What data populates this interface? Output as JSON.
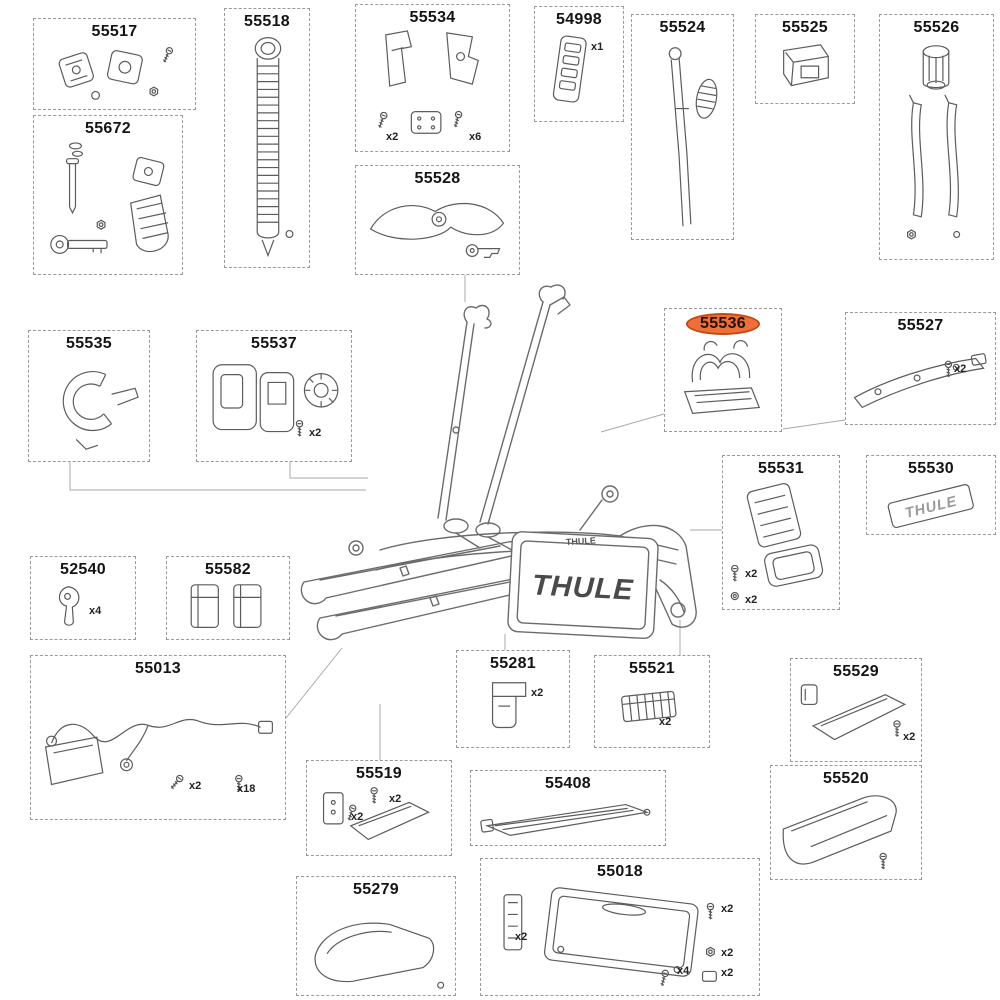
{
  "brand": "THULE",
  "highlight_color": "#ee6f3a",
  "assembly": {
    "brand_plate": "THULE",
    "brand_frame": "THULE"
  },
  "parts": {
    "p55517": {
      "number": "55517"
    },
    "p55672": {
      "number": "55672"
    },
    "p55518": {
      "number": "55518"
    },
    "p55534": {
      "number": "55534",
      "qty": [
        "x2",
        "x6"
      ]
    },
    "p54998": {
      "number": "54998",
      "qty": [
        "x1"
      ]
    },
    "p55524": {
      "number": "55524"
    },
    "p55525": {
      "number": "55525"
    },
    "p55526": {
      "number": "55526"
    },
    "p55528": {
      "number": "55528"
    },
    "p55535": {
      "number": "55535"
    },
    "p55537": {
      "number": "55537",
      "qty": [
        "x2"
      ]
    },
    "p55536": {
      "number": "55536",
      "highlighted": true
    },
    "p55527": {
      "number": "55527",
      "qty": [
        "x2"
      ]
    },
    "p55531": {
      "number": "55531",
      "qty": [
        "x2",
        "x2"
      ]
    },
    "p55530": {
      "number": "55530",
      "logo": "THULE"
    },
    "p52540": {
      "number": "52540",
      "qty": [
        "x4"
      ]
    },
    "p55582": {
      "number": "55582"
    },
    "p55013": {
      "number": "55013",
      "qty": [
        "x2",
        "x18"
      ]
    },
    "p55281": {
      "number": "55281",
      "qty": [
        "x2"
      ]
    },
    "p55521": {
      "number": "55521",
      "qty": [
        "x2"
      ]
    },
    "p55529": {
      "number": "55529",
      "qty": [
        "x2"
      ]
    },
    "p55520": {
      "number": "55520"
    },
    "p55519": {
      "number": "55519",
      "qty": [
        "x2",
        "x2"
      ]
    },
    "p55408": {
      "number": "55408"
    },
    "p55279": {
      "number": "55279"
    },
    "p55018": {
      "number": "55018",
      "qty": [
        "x2",
        "x2",
        "x2",
        "x4",
        "x2"
      ]
    }
  }
}
